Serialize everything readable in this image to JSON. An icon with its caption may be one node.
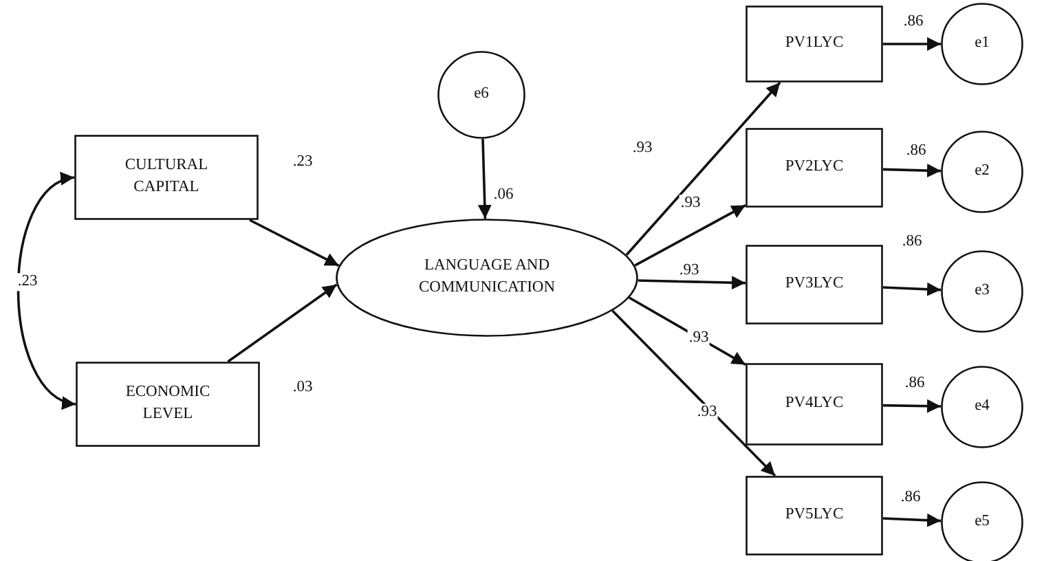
{
  "diagram": {
    "nodes": [
      {
        "text": [
          "CULTURAL CAPITAL"
        ]
      },
      {
        "text": [
          "ECONOMIC LEVEL"
        ]
      },
      {
        "text": [
          "LANGUAGE AND COMMUNICATION"
        ]
      },
      {
        "text": [
          "e6"
        ]
      },
      {
        "text": [
          "PV1LYC"
        ]
      },
      {
        "text": [
          "PV2LYC"
        ]
      },
      {
        "text": [
          "PV3LYC"
        ]
      },
      {
        "text": [
          "PV4LYC"
        ]
      },
      {
        "text": [
          "PV5LYC"
        ]
      },
      {
        "text": [
          "e1"
        ]
      },
      {
        "text": [
          "e2"
        ]
      },
      {
        "text": [
          "e3"
        ]
      },
      {
        "text": [
          "e4"
        ]
      },
      {
        "text": [
          "e5"
        ]
      }
    ],
    "edges": [
      {
        "from": 3,
        "to": 2,
        "arrow": "to",
        "label": ".06"
      },
      {
        "from": 0,
        "to": 2,
        "arrow": "to",
        "label": ".23"
      },
      {
        "from": 1,
        "to": 2,
        "arrow": "to",
        "label": ".03"
      },
      {
        "from": 0,
        "to": 1,
        "arrow": "both",
        "label": ".23"
      },
      {
        "from": 2,
        "to": 4,
        "arrow": "to",
        "label": ".93"
      },
      {
        "from": 2,
        "to": 5,
        "arrow": "to",
        "label": ".93"
      },
      {
        "from": 2,
        "to": 6,
        "arrow": "to",
        "label": ".93"
      },
      {
        "from": 2,
        "to": 7,
        "arrow": "to",
        "label": ".93"
      },
      {
        "from": 2,
        "to": 8,
        "arrow": "to",
        "label": ".93"
      },
      {
        "from": 4,
        "to": 9,
        "arrow": "to",
        "label": ".86"
      },
      {
        "from": 5,
        "to": 10,
        "arrow": "to",
        "label": ".86"
      },
      {
        "from": 6,
        "to": 11,
        "arrow": "to",
        "label": ".86"
      },
      {
        "from": 7,
        "to": 12,
        "arrow": "to",
        "label": ".86"
      },
      {
        "from": 8,
        "to": 13,
        "arrow": "to",
        "label": ".86"
      }
    ]
  }
}
